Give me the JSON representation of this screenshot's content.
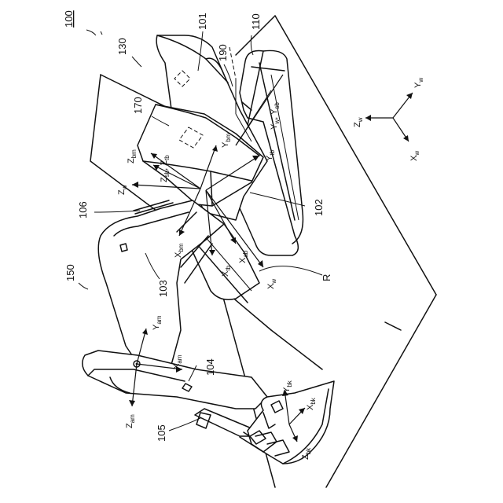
{
  "figure": {
    "ref_machine": "100",
    "ref_body_top": "101",
    "ref_body_side": "102",
    "ref_arm_marker": "103",
    "ref_bucket_marker": "104",
    "ref_cylinder": "105",
    "ref_boom_edge": "106",
    "ref_track": "110",
    "ref_ground_plane": "130",
    "ref_cab": "170",
    "ref_swing": "190",
    "ref_attachment": "150",
    "ref_region": "R"
  },
  "axes": {
    "world": {
      "x": "X",
      "x_sub": "w",
      "y": "Y",
      "y_sub": "w",
      "z": "Z",
      "z_sub": "w"
    },
    "base": {
      "y_sb_prefix": "Y",
      "y_sb_sub_1": "w",
      "y_sb_sep": ", Y",
      "y_sb_sub_2": "sb"
    },
    "boom": {
      "z": "Z",
      "z_sub": "bm",
      "y": "Y",
      "y_sub": "bm",
      "x": "X",
      "x_sub": "bm"
    },
    "combo_sb_tb": {
      "z1": "Z",
      "z1_sub": "sb",
      "sep": ", Z",
      "z2_sub": "tb"
    },
    "turntable": {
      "y": "Y",
      "y_sub": "tb",
      "x": "X",
      "x_sub": "tb"
    },
    "arm_base": {
      "x": "X",
      "x_sub": "ab"
    },
    "world_local": {
      "z": "Z",
      "z_sub": "w",
      "x": "X",
      "x_sub": "w"
    },
    "arm": {
      "y": "Y",
      "y_sub": "am",
      "x": "X",
      "x_sub": "am",
      "z": "Z",
      "z_sub": "am"
    },
    "bucket": {
      "y": "Y",
      "y_sub": "bk",
      "x": "X",
      "x_sub": "bk",
      "z": "Z",
      "z_sub": "bk"
    }
  }
}
